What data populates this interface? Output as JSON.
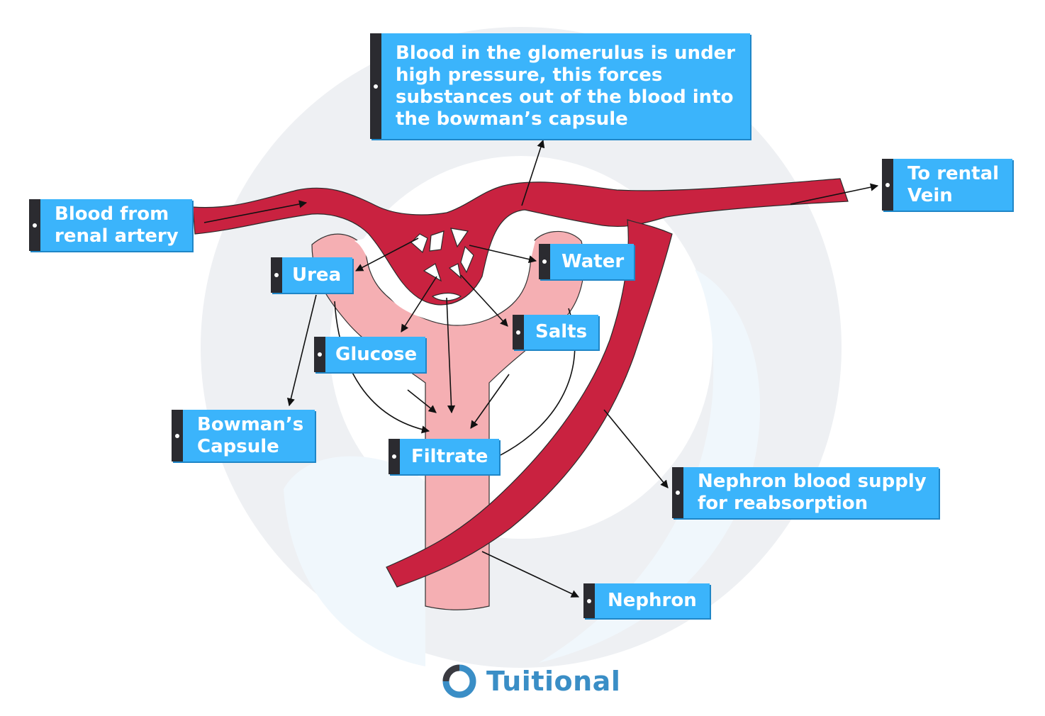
{
  "labels": {
    "glomerulus": "Blood in the glomerulus is under high pressure, this forces substances out of the blood into the bowman’s capsule",
    "renal_artery": "Blood from renal artery",
    "renal_vein": "To rental Vein",
    "urea": "Urea",
    "water": "Water",
    "salts": "Salts",
    "glucose": "Glucose",
    "bowmans_capsule": "Bowman’s Capsule",
    "filtrate": "Filtrate",
    "blood_supply": "Nephron blood supply for reabsorption",
    "nephron": "Nephron"
  },
  "logo": {
    "text": "Tuitional"
  },
  "colors": {
    "label_fill": "#3bb4fb",
    "label_bar": "#2b2b30",
    "vessel": "#c92240",
    "nephron": "#f5afb3",
    "background_ring": "#eef0f3",
    "background_circle": "#f0f7fc",
    "logo_text": "#3a8ec6"
  }
}
